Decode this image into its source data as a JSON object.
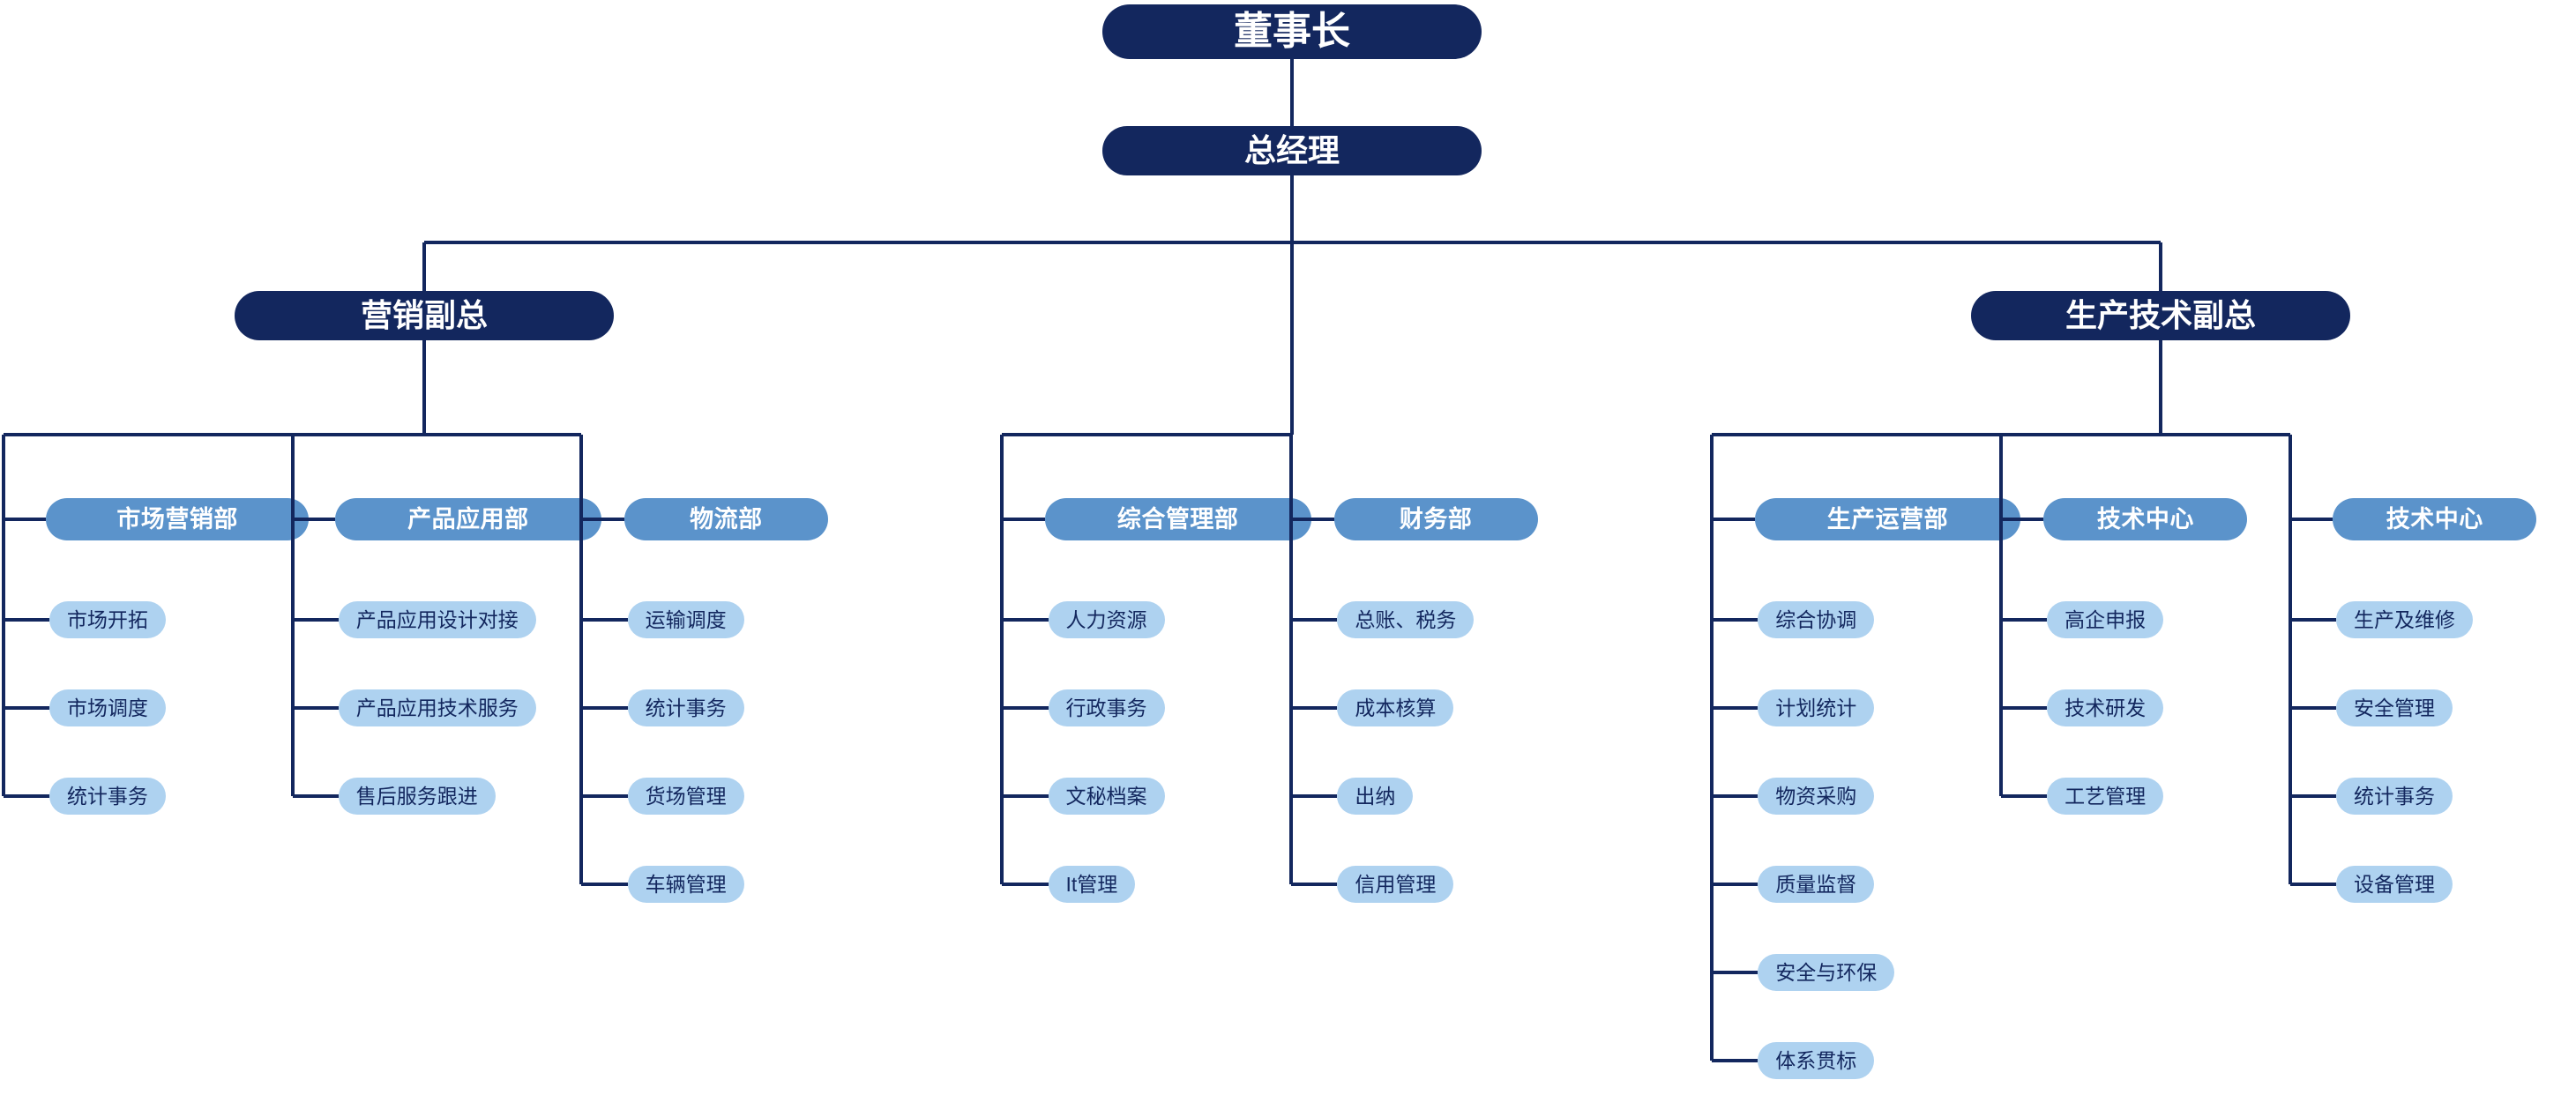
{
  "meta": {
    "title": "组织架构图",
    "type": "organization-chart"
  },
  "colors": {
    "executive_fill": "#13275e",
    "department_fill": "#5b93cb",
    "leaf_fill": "#aed2f0",
    "connector": "#13275e",
    "executive_text": "#ffffff",
    "department_text": "#ffffff",
    "leaf_text": "#13275e",
    "background": "#ffffff"
  },
  "executives": {
    "chairman": "董事长",
    "general_manager": "总经理",
    "vp_marketing": "营销副总",
    "vp_production_tech": "生产技术副总"
  },
  "groups": [
    {
      "id": "marketing",
      "parent": "营销副总",
      "departments": [
        {
          "id": "market-marketing",
          "name": "市场营销部",
          "children": [
            "市场开拓",
            "市场调度",
            "统计事务"
          ]
        },
        {
          "id": "product-application",
          "name": "产品应用部",
          "children": [
            "产品应用设计对接",
            "产品应用技术服务",
            "售后服务跟进"
          ]
        },
        {
          "id": "logistics",
          "name": "物流部",
          "children": [
            "运输调度",
            "统计事务",
            "货场管理",
            "车辆管理"
          ]
        }
      ]
    },
    {
      "id": "direct",
      "parent": "总经理",
      "departments": [
        {
          "id": "general-management",
          "name": "综合管理部",
          "children": [
            "人力资源",
            "行政事务",
            "文秘档案",
            "It管理"
          ]
        },
        {
          "id": "finance",
          "name": "财务部",
          "children": [
            "总账、税务",
            "成本核算",
            "出纳",
            "信用管理"
          ]
        }
      ]
    },
    {
      "id": "production",
      "parent": "生产技术副总",
      "departments": [
        {
          "id": "production-operations",
          "name": "生产运营部",
          "children": [
            "综合协调",
            "计划统计",
            "物资采购",
            "质量监督",
            "安全与环保",
            "体系贯标"
          ]
        },
        {
          "id": "tech-center-1",
          "name": "技术中心",
          "children": [
            "高企申报",
            "技术研发",
            "工艺管理"
          ]
        },
        {
          "id": "tech-center-2",
          "name": "技术中心",
          "children": [
            "生产及维修",
            "安全管理",
            "统计事务",
            "设备管理"
          ]
        }
      ]
    }
  ]
}
